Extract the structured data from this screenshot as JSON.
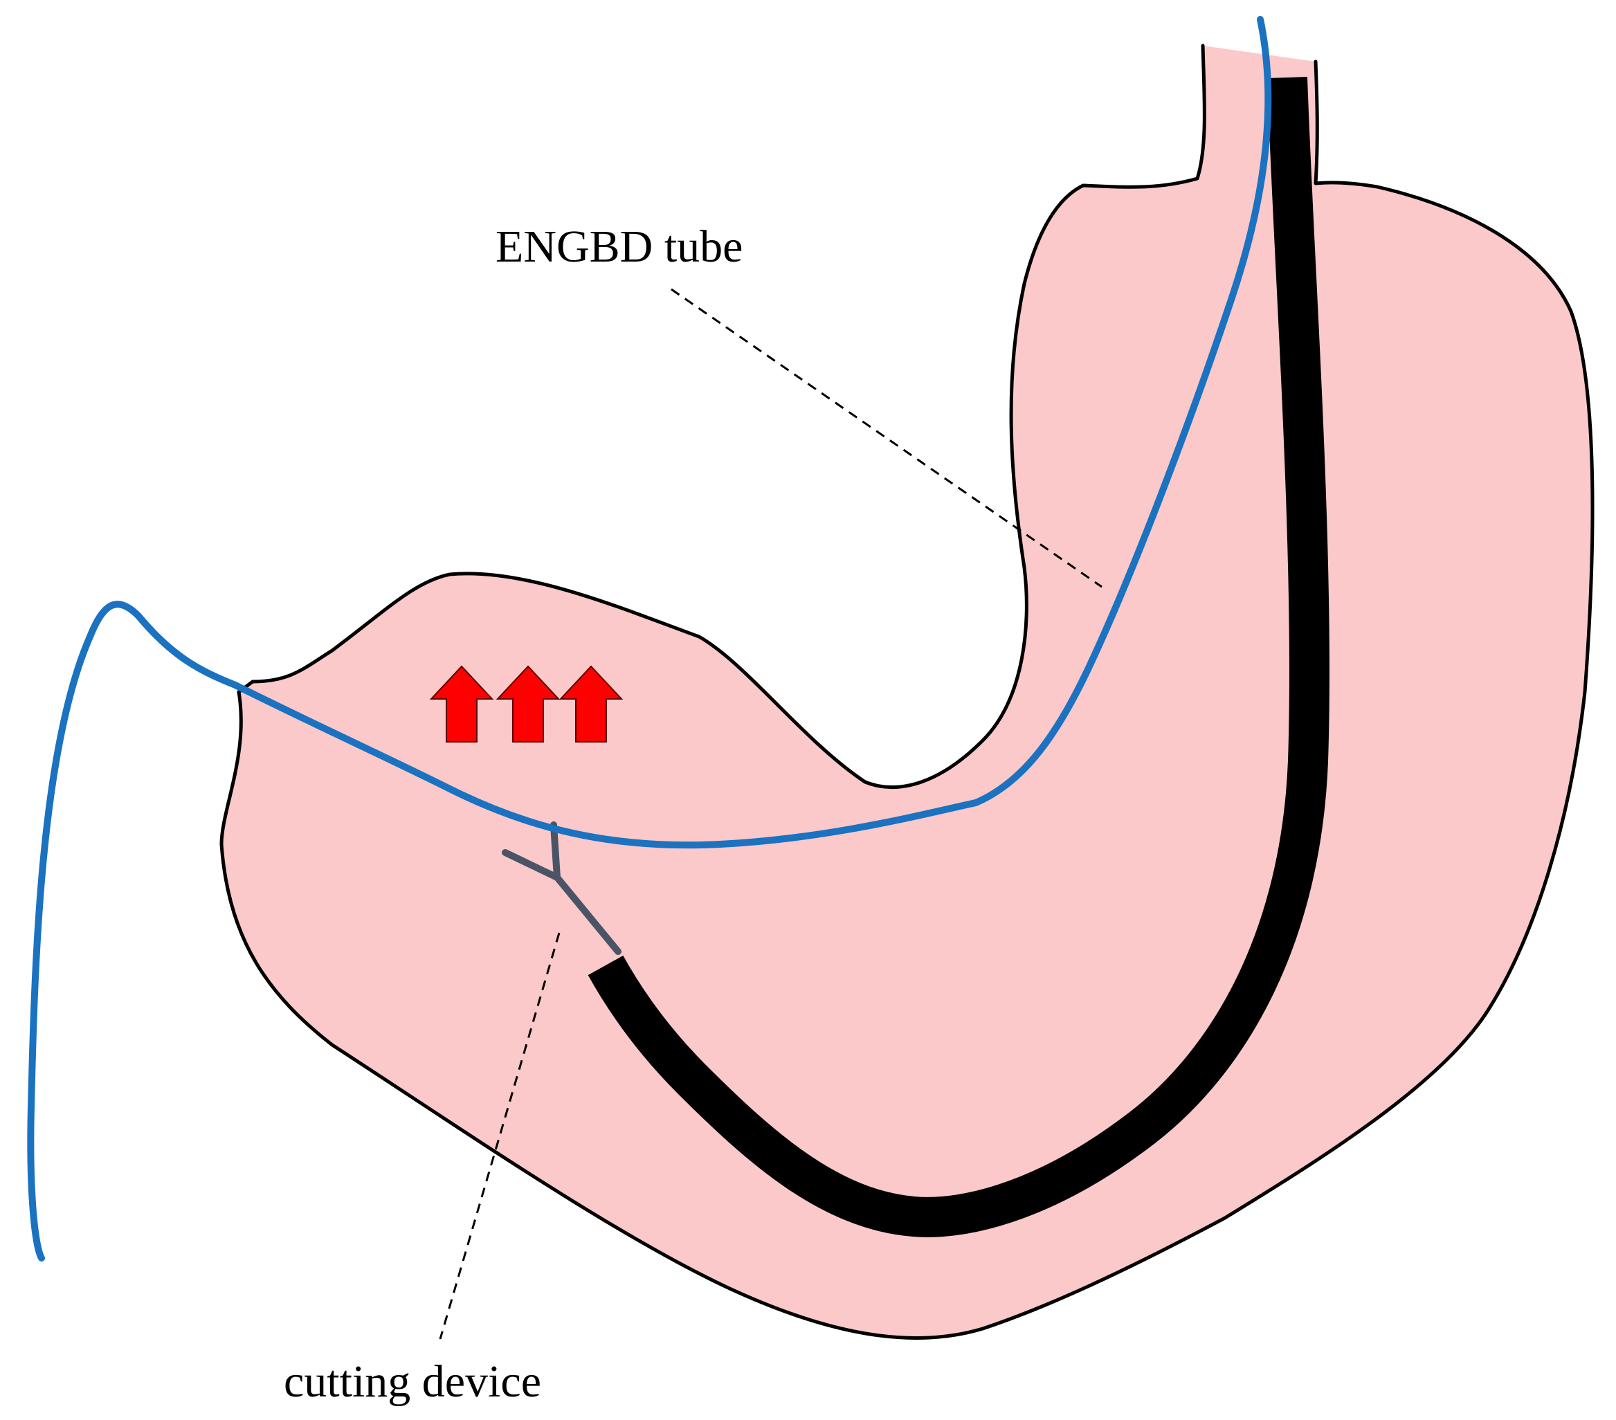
{
  "labels": {
    "engbd_tube": "ENGBD tube",
    "cutting_device": "cutting device"
  },
  "colors": {
    "stomach_fill": "#fbc9c9",
    "outline": "#000000",
    "engbd_tube": "#1a72c0",
    "endoscope": "#000000",
    "cutting_device": "#4a5466",
    "arrows": "#ff0000",
    "background": "#ffffff"
  },
  "arrows": {
    "count": 3,
    "direction": "up"
  }
}
